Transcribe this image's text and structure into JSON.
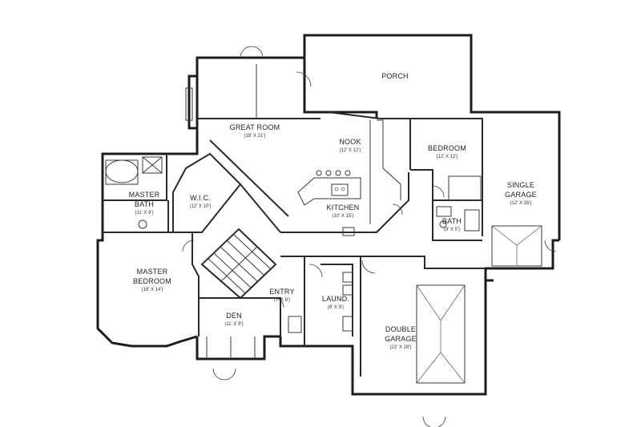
{
  "rooms": {
    "porch": {
      "name": "PORCH"
    },
    "great_room": {
      "name": "GREAT ROOM",
      "dim": "(18' X 21')"
    },
    "nook": {
      "name": "NOOK",
      "dim": "(12' X 12')"
    },
    "bedroom": {
      "name": "BEDROOM",
      "dim": "(12' X 12')"
    },
    "single_garage": {
      "name1": "SINGLE",
      "name2": "GARAGE",
      "dim": "(12' X 26')"
    },
    "master_bath": {
      "name1": "MASTER",
      "name2": "BATH",
      "dim": "(11' X 9')"
    },
    "wic": {
      "name": "W.I.C.",
      "dim": "(12' X 10')"
    },
    "kitchen": {
      "name": "KITCHEN",
      "dim": "(10' X 15')"
    },
    "bath": {
      "name": "BATH",
      "dim": "(9' X 5')"
    },
    "master_bedroom": {
      "name1": "MASTER",
      "name2": "BEDROOM",
      "dim": "(18' X 14')"
    },
    "entry": {
      "name": "ENTRY",
      "dim": "(7' X 8')"
    },
    "laundry": {
      "name": "LAUND.",
      "dim": "(6' X 9')"
    },
    "den": {
      "name": "DEN",
      "dim": "(11' X 9')"
    },
    "double_garage": {
      "name1": "DOUBLE",
      "name2": "GARAGE",
      "dim": "(22' X 28')"
    }
  }
}
